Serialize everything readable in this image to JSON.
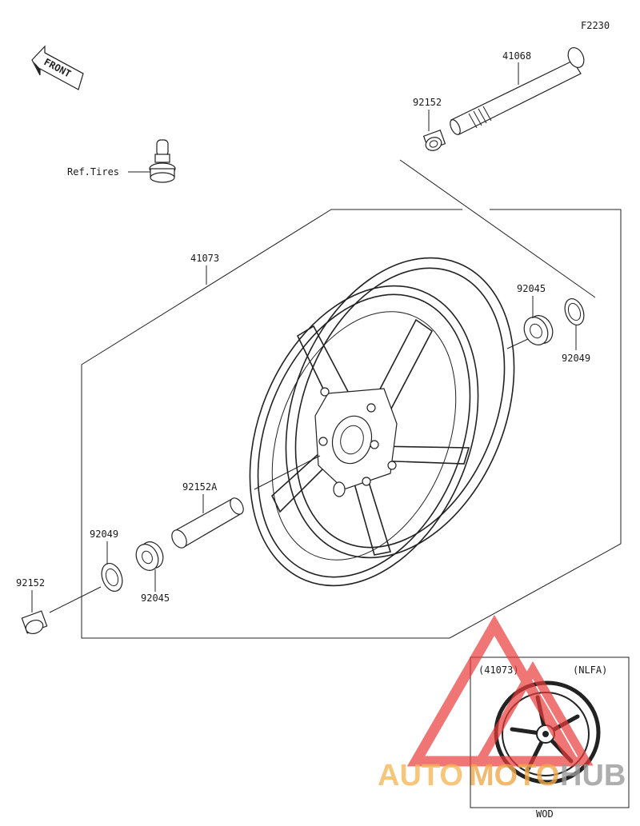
{
  "diagram": {
    "code": "F2230",
    "front_label": "FRONT",
    "ref_tires": "Ref.Tires",
    "parts": {
      "axle": "41068",
      "collar_top": "92152",
      "wheel": "41073",
      "bearing_right": "92045",
      "seal_right": "92049",
      "spacer": "92152A",
      "seal_left": "92049",
      "bearing_left": "92045",
      "collar_left": "92152"
    },
    "inset": {
      "part": "(41073)",
      "variant": "(NLFA)",
      "color_code": "WOD"
    }
  },
  "watermark": {
    "text_auto": "AUTO",
    "text_moto": "MOTO",
    "text_hub": "HUB",
    "color_auto": "#f7b85a",
    "color_moto": "#f0a94c",
    "color_hub": "#9a9a9a",
    "logo_color": "#ea3b3b"
  }
}
